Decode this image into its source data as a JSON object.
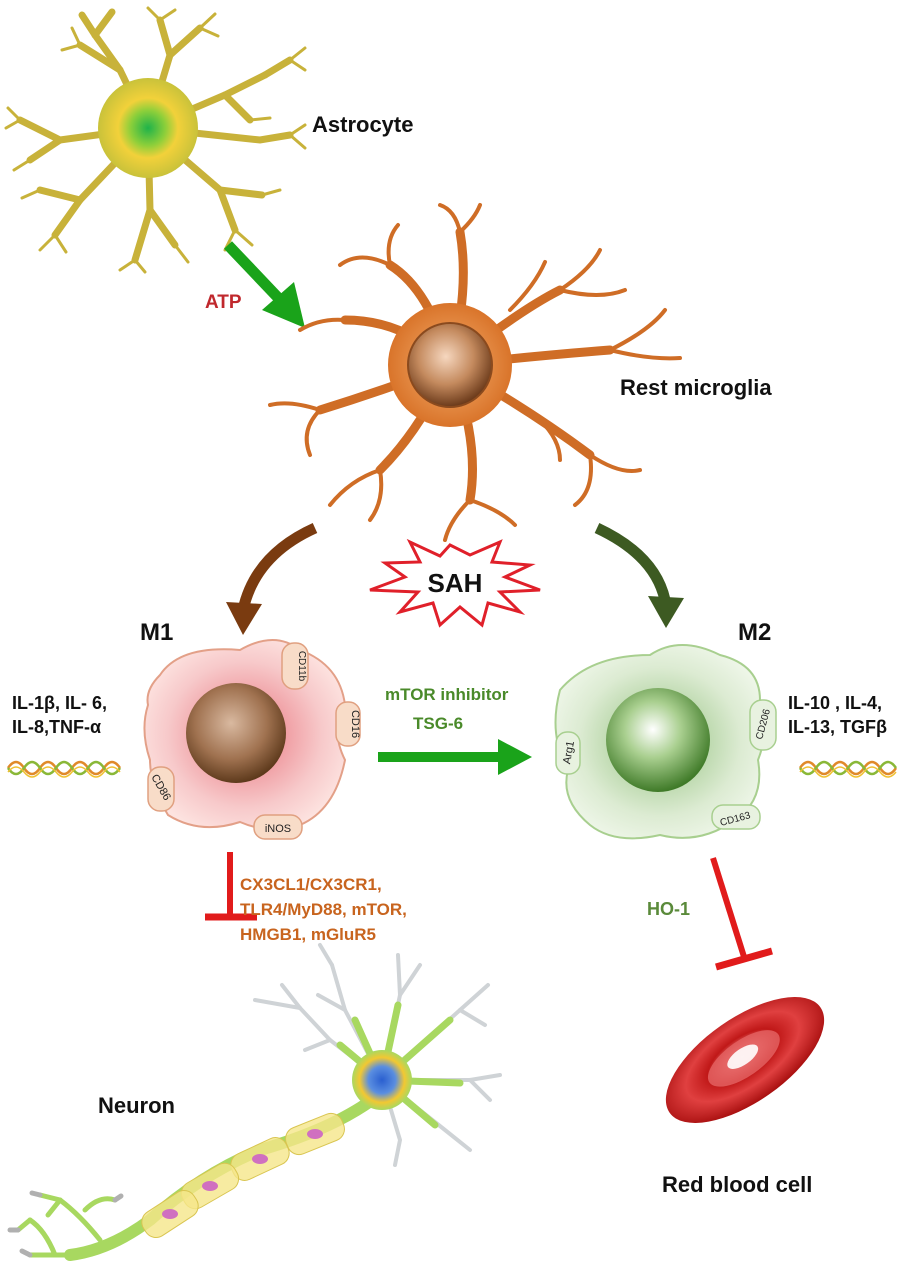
{
  "labels": {
    "astrocyte": "Astrocyte",
    "atp": "ATP",
    "rest_microglia": "Rest microglia",
    "sah": "SAH",
    "m1": "M1",
    "m2": "M2",
    "m1_cytokines_line1": "IL-1β, IL- 6,",
    "m1_cytokines_line2": "IL-8,TNF-α",
    "m2_cytokines_line1": "IL-10 , IL-4,",
    "m2_cytokines_line2": "IL-13, TGFβ",
    "mtor_inhibitor": "mTOR inhibitor",
    "tsg6": "TSG-6",
    "pathways_line1": "CX3CL1/CX3CR1,",
    "pathways_line2": "TLR4/MyD88, mTOR,",
    "pathways_line3": "HMGB1, mGluR5",
    "ho1": "HO-1",
    "neuron": "Neuron",
    "red_blood_cell": "Red blood cell"
  },
  "markers": {
    "m1": [
      "CD11b",
      "CD16",
      "CD86",
      "iNOS"
    ],
    "m2": [
      "CD206",
      "Arg1",
      "CD163"
    ]
  },
  "colors": {
    "atp": "#c0282d",
    "green_arrow": "#1aa31a",
    "m1_arrow": "#7a3b10",
    "m2_arrow": "#3d5a22",
    "inhibit": "#e11b1b",
    "pathway_text": "#c8641e",
    "mtor_text": "#4a8a2a",
    "ho1_text": "#5a8a3a"
  }
}
